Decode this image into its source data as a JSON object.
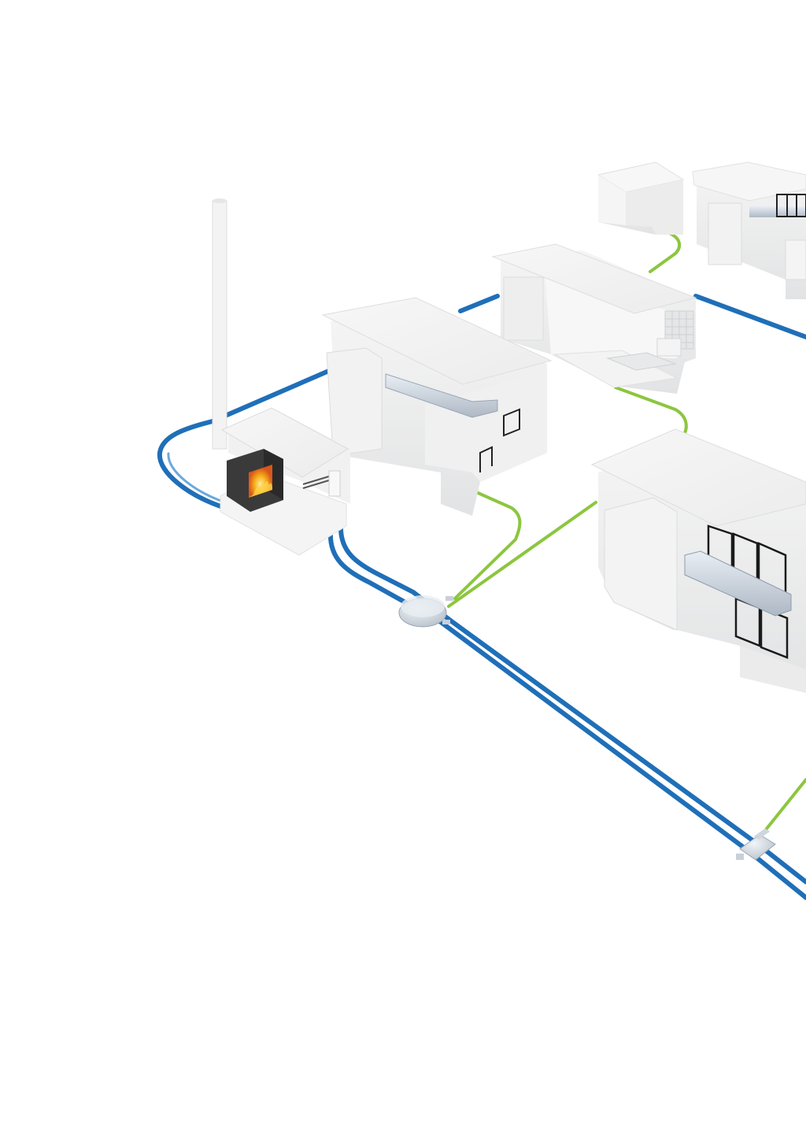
{
  "colors": {
    "background": "#ffffff",
    "supply_pipe": "#1f6fb8",
    "supply_pipe_light": "#6aa9dc",
    "connection_pipe": "#8cc63f",
    "building_roof": "#f4f4f4",
    "building_wall_light": "#ffffff",
    "building_wall_shade": "#e9eaeb",
    "building_wall_dark": "#d9dadb",
    "boiler_body": "#3a3a3a",
    "fire": "#f5a300",
    "junction": "#d4dbe2"
  },
  "icons": {
    "heating_plant": "boiler-fire-icon",
    "chimney": "chimney-icon",
    "junction": "pipe-junction-icon",
    "tee": "pipe-tee-icon"
  },
  "buildings": [
    "heating-plant",
    "house-left",
    "house-middle",
    "house-front-large",
    "shed-top",
    "house-top-right"
  ]
}
